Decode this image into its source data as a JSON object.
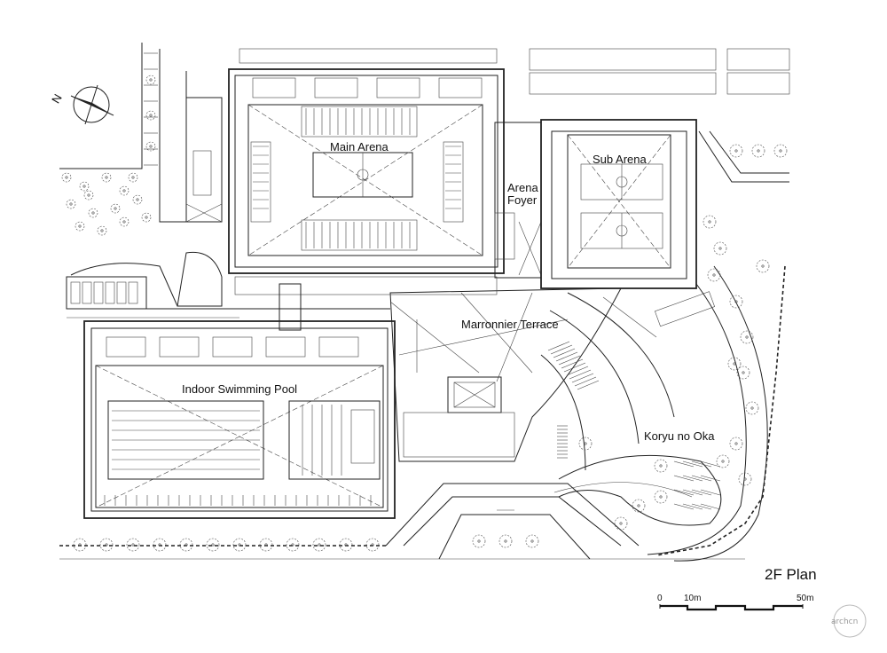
{
  "labels": {
    "main_arena": "Main Arena",
    "sub_arena": "Sub Arena",
    "arena_foyer_line1": "Arena",
    "arena_foyer_line2": "Foyer",
    "marronnier_terrace": "Marronnier Terrace",
    "indoor_swimming_pool": "Indoor Swimming Pool",
    "koryu_no_oka": "Koryu no Oka"
  },
  "plan_title": "2F Plan",
  "north_label": "N",
  "scale_bar": {
    "tick_0": "0",
    "tick_10": "10m",
    "tick_50": "50m"
  },
  "watermark": "archcn"
}
